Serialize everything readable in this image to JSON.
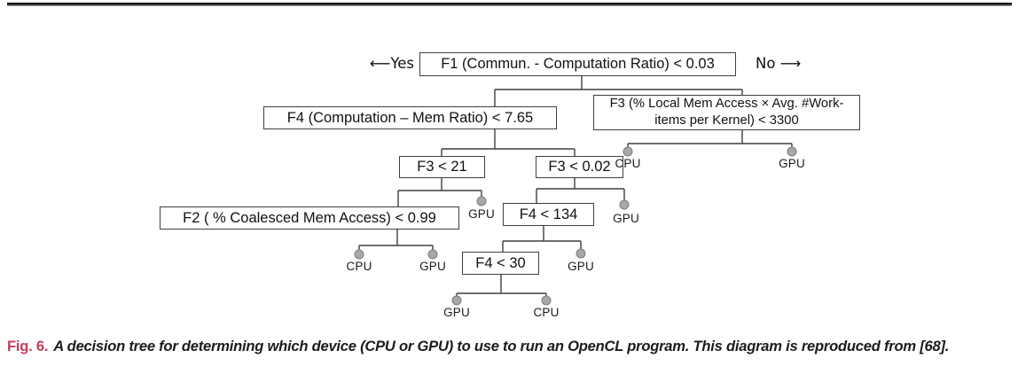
{
  "figure": {
    "caption": {
      "label": "Fig. 6.",
      "text": "A decision tree for determining which device (CPU or GPU) to use to run an OpenCL program. This diagram is reproduced from [68].",
      "label_color": "#c53e57"
    },
    "tree": {
      "branch_labels": {
        "yes": "⟵Yes",
        "no": "No ⟶"
      },
      "colors": {
        "box_border": "#3f3f3f",
        "edge_line": "#3f3f3f",
        "leaf_dot_fill": "#a8a8a8",
        "leaf_dot_stroke": "#7d7d7d"
      },
      "root": {
        "label": "F1 (Commun. - Computation Ratio) < 0.03",
        "yes": {
          "label": "F4 (Computation – Mem Ratio) < 7.65",
          "yes": {
            "label": "F3 < 21",
            "yes": {
              "label": "F2 ( % Coalesced Mem Access) < 0.99",
              "yes": {
                "leaf": "CPU"
              },
              "no": {
                "leaf": "GPU"
              }
            },
            "no": {
              "leaf": "GPU"
            }
          },
          "no": {
            "label": "F3 < 0.02",
            "yes": {
              "label": "F4 < 134",
              "yes": {
                "label": "F4 < 30",
                "yes": {
                  "leaf": "GPU"
                },
                "no": {
                  "leaf": "CPU"
                }
              },
              "no": {
                "leaf": "GPU"
              }
            },
            "no": {
              "leaf": "GPU"
            }
          }
        },
        "no": {
          "label": "F3 (% Local Mem Access × Avg. #Work-items per Kernel) < 3300",
          "yes": {
            "leaf": "CPU"
          },
          "no": {
            "leaf": "GPU"
          }
        }
      }
    }
  }
}
